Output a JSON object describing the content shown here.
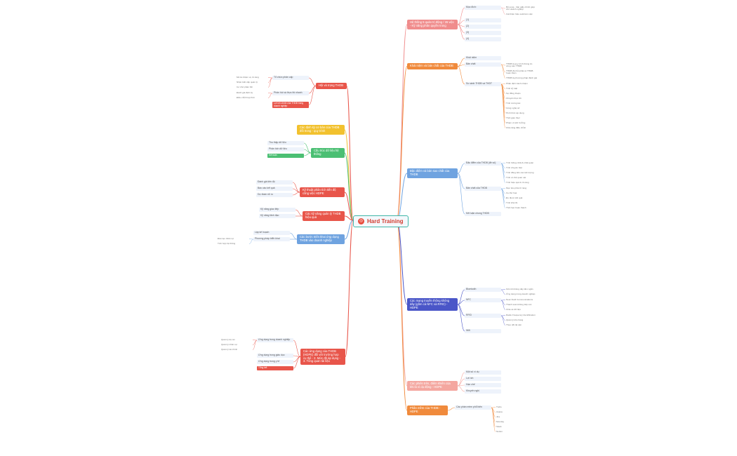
{
  "root": {
    "title": "Hard Training",
    "icon": "target-icon"
  },
  "branches": [
    {
      "id": "right-1",
      "label": "Hệ thống 5 quản trị động / 26 việc - Kỹ năng phân quyền trong",
      "color": "#f08c8c",
      "children": [
        {
          "label": "Mục đích:",
          "items": [
            "Bổ sung - bản giấy chính giúp chủ doanh nghiệp",
            "Cải thiện hiệu suất làm việc"
          ]
        },
        {
          "label": "(1)"
        },
        {
          "label": "(2)"
        },
        {
          "label": "(3)"
        },
        {
          "label": "(4)"
        }
      ]
    },
    {
      "id": "right-2",
      "label": "Khái niệm và bản chất của THDB",
      "color": "#f08a3c",
      "children": [
        {
          "label": "Khái niệm"
        },
        {
          "label": "Bản chất",
          "items": [
            "THDB là quy trình thông tin công việc THDB",
            "THDB đòi hỏi phải có THDB hoàn thiện",
            "THDB là phương pháp đánh giá"
          ]
        },
        {
          "label": "So sánh THDB và THDT",
          "items": [
            "Phân định trách nhiệm",
            "Tính kỷ luật",
            "Sự đồng thuận",
            "Chuyển thực thi",
            "Tính tương tác",
            "Công nghệ số",
            "Hình thức áp dụng",
            "Thời gian thực",
            "Phạm vi ảnh hưởng",
            "Khả năng điều chỉnh"
          ]
        }
      ]
    },
    {
      "id": "right-3",
      "label": "Đặc điểm và bản sao chất của THDB",
      "color": "#6fa3e0",
      "children": [
        {
          "label": "Đặc điểm của THDB (đề số)",
          "items": [
            "Tính thống nhất & nhất quán",
            "Tính chuyên biệt",
            "Tính đồng tiền các kết lượng",
            "Tính có thể quan sát",
            "Tính hiệu quả & rõ ràng"
          ]
        },
        {
          "label": "Bản chất của THDB",
          "items": [
            "Mục tiêu phải rõ ràng",
            "Cụ thể hoá",
            "Đo được kết quả",
            "Tính khả thi",
            "Thời hạn hoàn thành"
          ]
        },
        {
          "label": "Kết luận chung THDB"
        }
      ]
    },
    {
      "id": "right-4",
      "label": "Các mạng truyền thông không dây (gồm cả NFC và RFID) - HDPE",
      "color": "#4a56c8",
      "children": [
        {
          "label": "Bluetooth",
          "items": [
            "Kết nối không dây tầm ngắn",
            "Ứng dụng trong doanh nghiệp"
          ]
        },
        {
          "label": "NFC",
          "items": [
            "Near Field Communications",
            "Thanh toán không tiếp xúc",
            "Chia sẻ dữ liệu"
          ]
        },
        {
          "label": "RFID",
          "items": [
            "Radio Frequency Identification",
            "Quản lý kho hàng",
            "Theo dõi tài sản"
          ]
        },
        {
          "label": "Wifi"
        }
      ]
    },
    {
      "id": "right-5",
      "label": "Các phiên trên, điểm khiển của khi là ví dụ động - HDPE",
      "color": "#f4a7a0",
      "children": [
        {
          "label": "Một số ví dụ"
        },
        {
          "label": "Lợi ích"
        },
        {
          "label": "Hạn chế"
        },
        {
          "label": "Khuyến nghị"
        }
      ]
    },
    {
      "id": "right-6",
      "label": "Phần mềm của THDB - HDPE",
      "color": "#f08a3c",
      "children": [
        {
          "label": "Các phần mềm phổ biến",
          "items": [
            "Trello",
            "Asana",
            "Jira",
            "Monday",
            "Slack",
            "Notion"
          ]
        }
      ]
    },
    {
      "id": "left-1",
      "label": "Hội và trọng THDB",
      "color": "#e8554a",
      "children": [
        {
          "label": "Tổ chức phân cấp",
          "items": [
            "Mô tả nhiệm vụ rõ ràng",
            "Nhận biết cấp quản lý",
            "Cơ chế phản hồi"
          ]
        },
        {
          "label": "Phản hồi và thực thi nhanh",
          "items": [
            "Đánh giá định kỳ",
            "Điều chỉnh kịp thời"
          ]
        },
        {
          "label": "Lợi ích chính của THDB trong doanh nghiệp",
          "highlight": true
        }
      ]
    },
    {
      "id": "left-2",
      "label": "Các định kỳ cơ bản của THDB đối trong - quy trình",
      "color": "#f2c12e",
      "children": []
    },
    {
      "id": "left-3",
      "label": "Cấu trúc dữ liệu hệ thống",
      "color": "#4bbf73",
      "children": [
        {
          "label": "Thu thập dữ liệu"
        },
        {
          "label": "Phân tích dữ liệu"
        },
        {
          "label": "Kết luận",
          "highlight": true
        }
      ]
    },
    {
      "id": "left-4",
      "label": "Kỹ thuật phân tích tiến độ công việc HDPE",
      "color": "#e8554a",
      "children": [
        {
          "label": "Đánh giá tiến độ"
        },
        {
          "label": "Báo cáo kết quả"
        },
        {
          "label": "Dự đoán rủi ro"
        }
      ]
    },
    {
      "id": "left-5",
      "label": "Các kỹ năng quản lý THDB hiệu quả",
      "color": "#e8554a",
      "children": [
        {
          "label": "Kỹ năng giao tiếp"
        },
        {
          "label": "Kỹ năng lãnh đạo"
        }
      ]
    },
    {
      "id": "left-6",
      "label": "Các bước triển khai ứng dụng THDB vào doanh nghiệp",
      "color": "#6fa3e0",
      "children": [
        {
          "label": "Lập kế hoạch"
        },
        {
          "label": "Phương pháp triển khai",
          "items": [
            "Đào tạo nhân sự",
            "Tích hợp hệ thống"
          ]
        }
      ]
    },
    {
      "id": "left-7",
      "label": "Các ứng dụng của THDB (HDPE) đối với trường hợp cụ thể - 2. Mức độ áp dụng - 3. Tổng quan tài liệu",
      "color": "#e8554a",
      "children": [
        {
          "label": "Ứng dụng trong doanh nghiệp",
          "items": [
            "Quản lý dự án",
            "Quản lý nhân sự",
            "Quản lý tài chính"
          ]
        },
        {
          "label": "Ứng dụng trong giáo dục"
        },
        {
          "label": "Ứng dụng trong y tế"
        },
        {
          "label": "Tổng kết",
          "highlight": true
        }
      ]
    }
  ]
}
